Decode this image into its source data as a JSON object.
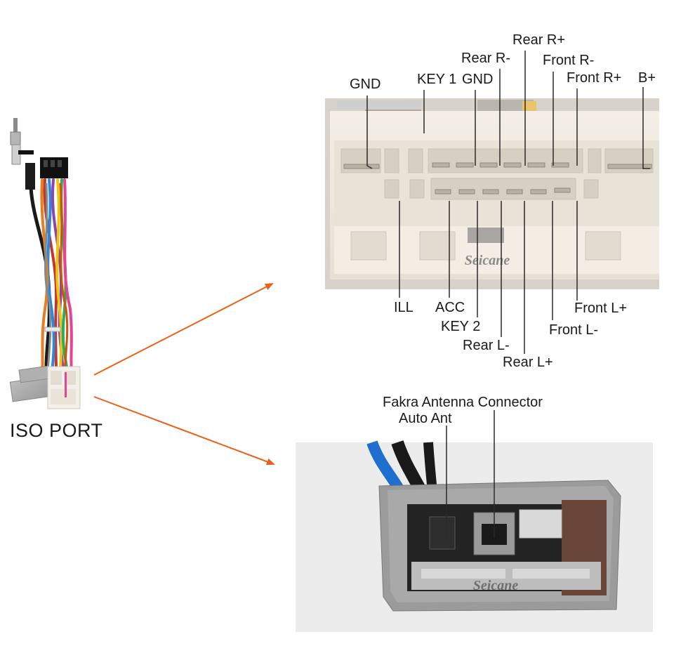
{
  "harness": {
    "label": "ISO PORT"
  },
  "top_connector": {
    "watermark": "Seicane",
    "labels": {
      "gnd1": "GND",
      "key1": "KEY 1",
      "gnd2": "GND",
      "rear_r_minus": "Rear R-",
      "rear_r_plus": "Rear R+",
      "front_r_minus": "Front R-",
      "front_r_plus": "Front R+",
      "b_plus": "B+",
      "ill": "ILL",
      "acc": "ACC",
      "key2": "KEY 2",
      "rear_l_minus": "Rear L-",
      "rear_l_plus": "Rear L+",
      "front_l_minus": "Front L-",
      "front_l_plus": "Front L+"
    }
  },
  "bottom_connector": {
    "watermark": "Seicane",
    "labels": {
      "fakra": "Fakra Antenna Connector",
      "auto_ant": "Auto Ant"
    }
  },
  "colors": {
    "arrow": "#e8631a",
    "leader": "#2a2a2a"
  }
}
